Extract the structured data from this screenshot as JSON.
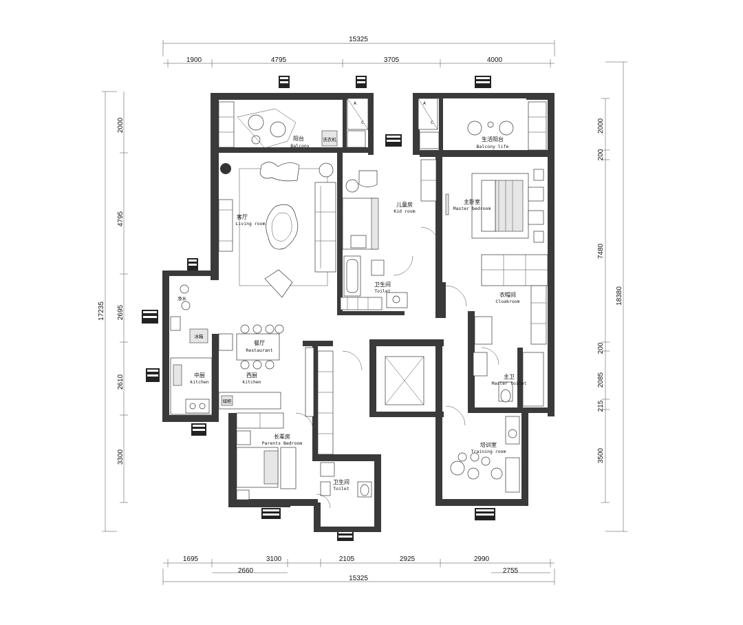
{
  "dimensions": {
    "top_total": "15325",
    "top_segments": [
      "1900",
      "4795",
      "3705",
      "4000"
    ],
    "bottom_segments_upper": [
      "1695",
      "3100",
      "2105",
      "2925",
      "2990"
    ],
    "bottom_segments_lower": [
      "2660",
      "2755"
    ],
    "bottom_total": "15325",
    "left_outer": "17235",
    "left_segments": [
      "2000",
      "4795",
      "2695",
      "2610",
      "3300"
    ],
    "right_outer": "18380",
    "right_segments": [
      "2000",
      "200",
      "7480",
      "200",
      "2085",
      "215",
      "3500"
    ]
  },
  "rooms": {
    "balcony": {
      "cn": "阳台",
      "en": "Balcony"
    },
    "balcony_life": {
      "cn": "生活阳台",
      "en": "Balcony life"
    },
    "living": {
      "cn": "客厅",
      "en": "Living room"
    },
    "kid": {
      "cn": "儿童房",
      "en": "Kid room"
    },
    "master": {
      "cn": "主卧室",
      "en": "Master bedroom"
    },
    "toilet1": {
      "cn": "卫生间",
      "en": "Toilet"
    },
    "cloak": {
      "cn": "衣帽间",
      "en": "Cloakroom"
    },
    "restaurant": {
      "cn": "餐厅",
      "en": "Restaurant"
    },
    "kitchen": {
      "cn": "中厨",
      "en": "kitchen"
    },
    "western_kitchen": {
      "cn": "西厨",
      "en": "kitchen"
    },
    "master_toilet": {
      "cn": "主卫",
      "en": "Master toilet"
    },
    "parents": {
      "cn": "长辈房",
      "en": "Parents Bedroom"
    },
    "toilet2": {
      "cn": "卫生间",
      "en": "Toilet"
    },
    "training": {
      "cn": "培训室",
      "en": "Training room"
    }
  },
  "fixture_labels": {
    "washer": "洗衣机",
    "fridge": "冰箱",
    "counter": "储柜",
    "water": "净水",
    "cabinet_a": "A",
    "cabinet_c": "C"
  }
}
